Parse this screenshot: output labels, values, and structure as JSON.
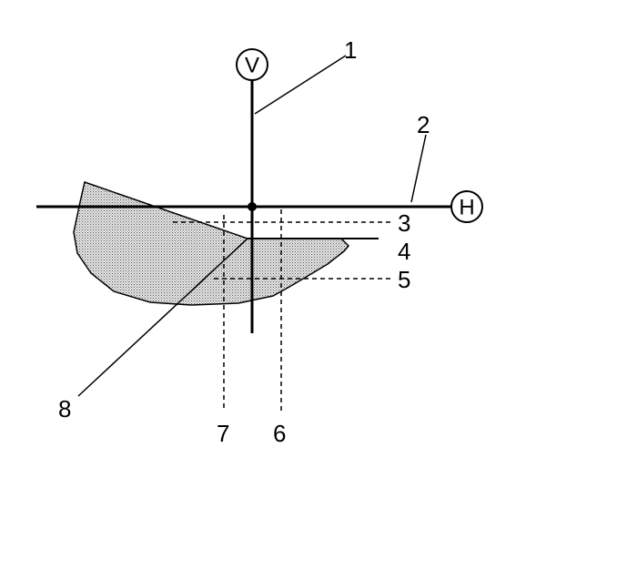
{
  "diagram": {
    "axes": {
      "vertical": "V",
      "horizontal": "H"
    },
    "callouts": [
      "1",
      "2",
      "3",
      "4",
      "5",
      "6",
      "7",
      "8"
    ],
    "colors": {
      "ink": "#000000",
      "pattern_fill": "#d4d4d4",
      "background": "#ffffff"
    }
  }
}
